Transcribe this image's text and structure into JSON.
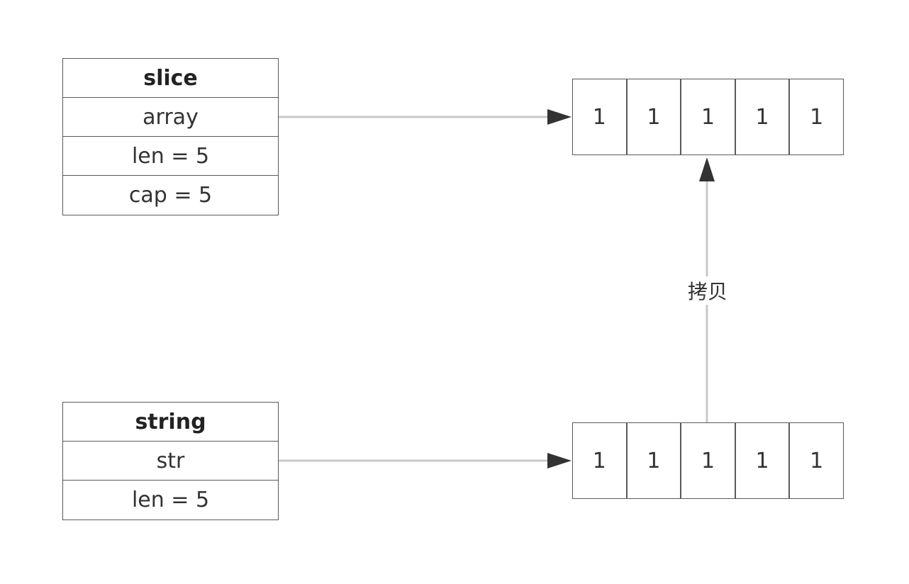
{
  "slice": {
    "header": "slice",
    "fields": [
      "array",
      "len = 5",
      "cap = 5"
    ]
  },
  "string": {
    "header": "string",
    "fields": [
      "str",
      "len = 5"
    ]
  },
  "slice_array": {
    "cells": [
      "1",
      "1",
      "1",
      "1",
      "1"
    ]
  },
  "string_array": {
    "cells": [
      "1",
      "1",
      "1",
      "1",
      "1"
    ]
  },
  "copy_edge": {
    "label": "拷贝"
  },
  "colors": {
    "border": "#5a5a5a",
    "connector": "#c8c8c8",
    "arrowhead": "#333333",
    "text": "#333333"
  }
}
